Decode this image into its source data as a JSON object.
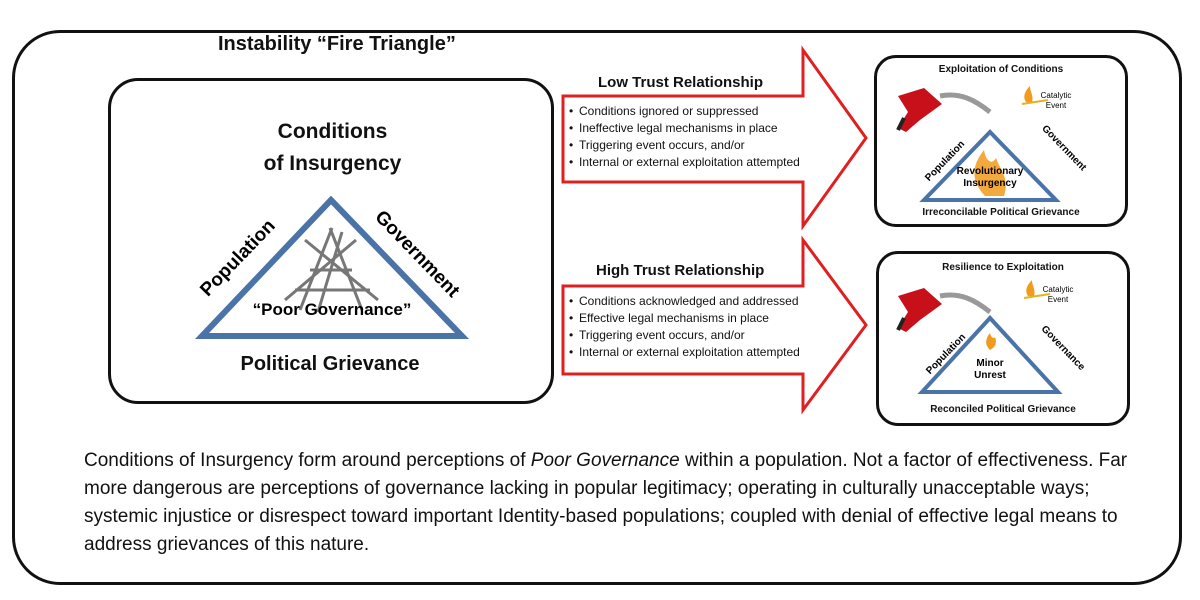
{
  "title": "Instability “Fire Triangle”",
  "main_triangle": {
    "conditions_line1": "Conditions",
    "conditions_line2": "of Insurgency",
    "left_side": "Population",
    "right_side": "Government",
    "center": "“Poor Governance”",
    "base": "Political Grievance"
  },
  "low_trust": {
    "title": "Low Trust Relationship",
    "bullets": [
      "Conditions ignored or suppressed",
      "Ineffective legal mechanisms in place",
      "Triggering event occurs, and/or",
      "Internal or external exploitation attempted"
    ]
  },
  "high_trust": {
    "title": "High Trust Relationship",
    "bullets": [
      "Conditions acknowledged and addressed",
      "Effective legal mechanisms in place",
      "Triggering event occurs, and/or",
      "Internal or external exploitation attempted"
    ]
  },
  "exploitation_box": {
    "title": "Exploitation of Conditions",
    "catalytic_line1": "Catalytic",
    "catalytic_line2": "Event",
    "left_side": "Population",
    "right_side": "Government",
    "center_line1": "Revolutionary",
    "center_line2": "Insurgency",
    "base": "Irreconcilable Political Grievance"
  },
  "resilience_box": {
    "title": "Resilience to Exploitation",
    "catalytic_line1": "Catalytic",
    "catalytic_line2": "Event",
    "left_side": "Population",
    "right_side": "Governance",
    "center_line1": "Minor",
    "center_line2": "Unrest",
    "base": "Reconciled Political Grievance"
  },
  "caption_part1": "Conditions of Insurgency form around perceptions of ",
  "caption_italic": "Poor Governance",
  "caption_part2": " within a population.  Not a factor of effectiveness. Far more dangerous are perceptions of governance lacking in popular legitimacy; operating in culturally unacceptable ways; systemic injustice or disrespect toward important Identity-based populations; coupled with denial of effective legal means to address grievances of this nature.",
  "colors": {
    "triangle_blue": "#4a73a8",
    "arrow_red": "#e02020",
    "nozzle_red": "#c8101a",
    "flame_orange": "#f29a1a"
  }
}
